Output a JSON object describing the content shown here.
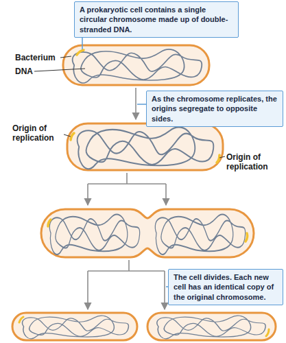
{
  "diagram": {
    "nodes": [
      {
        "text": [
          "A prokaryotic cell contains a single circular chromosome made up of double-stranded DNA."
        ]
      },
      {
        "text": [
          "As the chromosome replicates, the origins segregate to opposite sides."
        ]
      },
      {
        "text": [
          "The cell divides. Each new cell has an identical copy of the original chromosome."
        ]
      }
    ],
    "labels": [
      "Bacterium",
      "DNA",
      "Origin of replication",
      "Origin of replication"
    ]
  }
}
